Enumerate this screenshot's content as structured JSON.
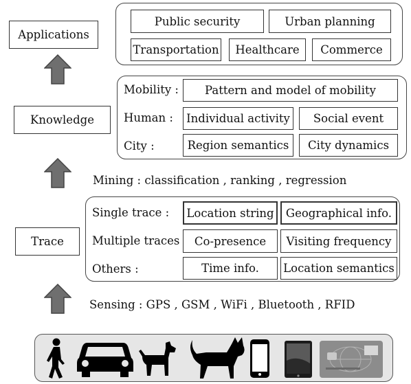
{
  "layers": {
    "applications": {
      "label": "Applications",
      "items": [
        "Public security",
        "Urban planning",
        "Transportation",
        "Healthcare",
        "Commerce"
      ]
    },
    "knowledge": {
      "label": "Knowledge",
      "rows": [
        {
          "label": "Mobility :",
          "items": [
            "Pattern and model of mobility"
          ]
        },
        {
          "label": "Human :",
          "items": [
            "Individual activity",
            "Social event"
          ]
        },
        {
          "label": "City :",
          "items": [
            "Region semantics",
            "City dynamics"
          ]
        }
      ]
    },
    "trace": {
      "label": "Trace",
      "rows": [
        {
          "label": "Single trace :",
          "items": [
            "Location string",
            "Geographical info."
          ]
        },
        {
          "label": "Multiple traces :",
          "items": [
            "Co-presence",
            "Visiting frequency"
          ]
        },
        {
          "label": "Others :",
          "items": [
            "Time info.",
            "Location semantics"
          ]
        }
      ]
    }
  },
  "mining_caption": "Mining : classification , ranking , regression",
  "sensing_caption": "Sensing : GPS , GSM , WiFi , Bluetooth , RFID",
  "sensors": [
    "pedestrian-icon",
    "car-icon",
    "dog-icon",
    "cat-icon",
    "phone-icon",
    "tablet-icon",
    "card-icon"
  ],
  "colors": {
    "arrow": "#6f6f6f",
    "border": "#333333",
    "sensor_bg": "#e6e6e6"
  }
}
